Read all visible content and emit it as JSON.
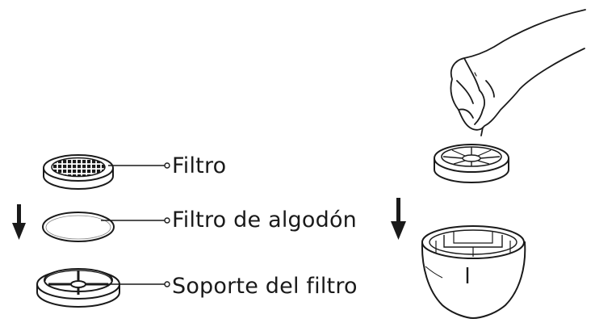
{
  "labels": {
    "filtro": "Filtro",
    "filtro_algodon": "Filtro de algodón",
    "soporte_filtro": "Soporte del filtro"
  },
  "icons": {
    "down_arrow": "arrow-down-icon",
    "hand": "hand-icon"
  },
  "colors": {
    "line": "#1a1a1a",
    "background": "#ffffff"
  }
}
